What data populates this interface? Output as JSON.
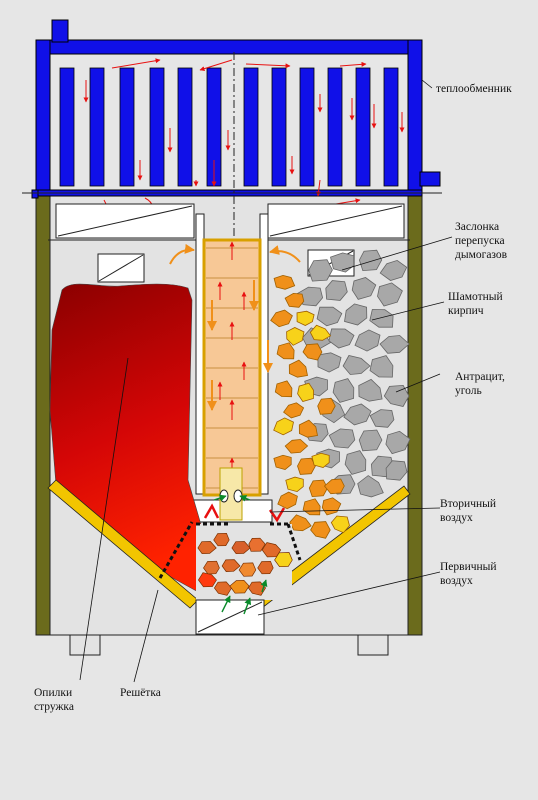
{
  "labels": {
    "heat_exchanger": "теплообменник",
    "flue_damper": [
      "Заслонка",
      "перепуска",
      "дымогазов"
    ],
    "firebrick": [
      "Шамотный",
      "кирпич"
    ],
    "coal": [
      "Антрацит,",
      "уголь"
    ],
    "secondary_air": [
      "Вторичный",
      "воздух"
    ],
    "primary_air": [
      "Первичный",
      "воздух"
    ],
    "sawdust": [
      "Опилки",
      "стружка"
    ],
    "grate": "Решётка"
  },
  "colors": {
    "background": "#e6e6e6",
    "boiler_body": "#e3e3e3",
    "exchanger_blue": "#1010e8",
    "wall_olive": "#6b6b1c",
    "hopper_yellow": "#f2c500",
    "firebrick": "#f7c896",
    "firebrick_edge": "#d8a000",
    "coal_gray": "#a8a8a8",
    "coal_orange": "#f0901a",
    "flame_yellow": "#f7d21a",
    "gas_arrow": "#e81010",
    "air_arrow": "#0a8a2a",
    "sawdust_dark": "#8a0000",
    "sawdust_light": "#ff1a00"
  }
}
